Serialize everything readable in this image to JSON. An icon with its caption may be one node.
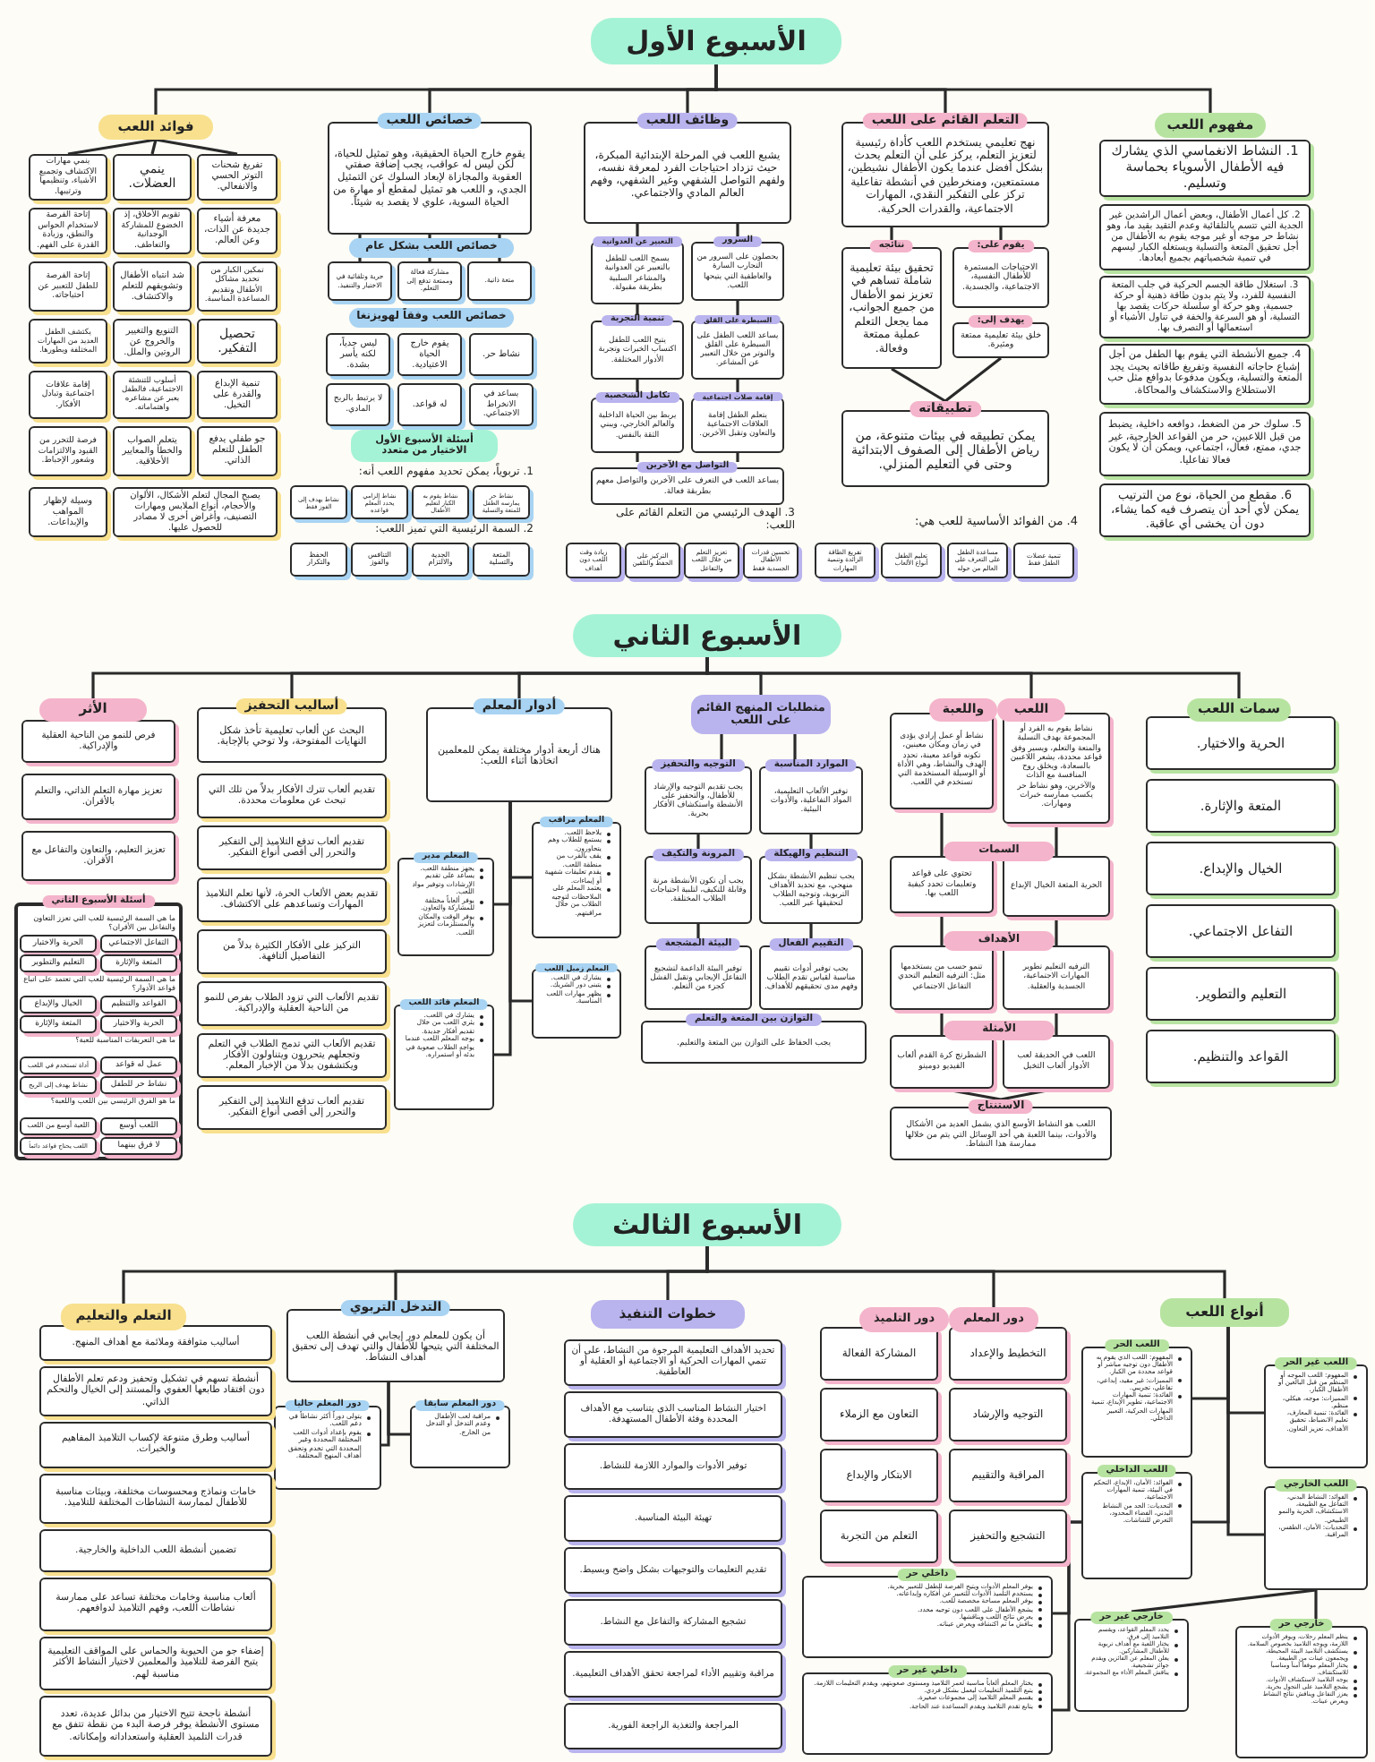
{
  "diagram": {
    "nodes": [
      {
        "text": [
          "الأسبوع الأول"
        ]
      },
      {
        "text": [
          "مفهوم اللعب"
        ]
      },
      {
        "text": [
          "1. النشاط الانغماسي الذي يشارك فيه الأطفال الأسوياء بحماسة وتسليم."
        ]
      },
      {
        "text": [
          "2. كل أعمال الأطفال، وبعض أعمال الراشدين غير الجدية التي تتسم بالتلقائية وعدم التقيد بقيد ما، وهو نشاط حر موجه أو غير موجه يقوم به الأطفال من أجل تحقيق المتعة والتسلية ويستغله الكبار ليسهم في تنمية شخصياتهم بجميع أبعادها."
        ]
      },
      {
        "text": [
          "3. استغلال طاقة الجسم الحركية في جلب المتعة النفسية للفرد، ولا يتم بدون طاقة ذهنية أو حركة جسمية، وهو حركة أو سلسلة حركات يقصد بها التسلية، أو هو السرعة والخفة في تناول الأشياء أو استعمالها أو التصرف بها."
        ]
      },
      {
        "text": [
          "4. جميع الأنشطة التي يقوم بها الطفل من أجل إشباع حاجاته النفسية وتفريغ طاقاته بحيث يجد المتعة والتسلية، ويكون مدفوعا بدوافع مثل حب الاستطلاع والاستكشاف والمحاكاة."
        ]
      },
      {
        "text": [
          "5. سلوك حر من الضغط، دوافعه داخلية، يضبط من قبل اللاعبين، حر من القواعد الخارجية، غير جدي، ممتع، فعال، اجتماعي، ويمكن أن لا يكون فعالا تفاعليا."
        ]
      },
      {
        "text": [
          "6. مقطع من الحياة، نوع من الترتيب يمكن لأي أحد أن يتصرف فيه كما يشاء، دون أن يخشى أي عاقبة."
        ]
      },
      {
        "text": [
          "التعلم القائم على اللعب",
          "نهج تعليمي يستخدم اللعب كأداة رئيسية لتعزيز التعلم، يركز على أن التعلم يحدث بشكل أفضل عندما يكون الأطفال نشيطين، مستمتعين، ومنخرطين في أنشطة تفاعلية تركز على التفكير النقدي، المهارات الاجتماعية، والقدرات الحركية."
        ]
      },
      {
        "text": [
          "نتائجه",
          "تحقيق بيئة تعليمية شاملة تساهم في تعزيز نمو الأطفال من جميع الجوانب، مما يجعل التعلم عملية ممتعة وفعالة."
        ]
      },
      {
        "text": [
          "يقوم على:",
          "الاحتياجات المستمرة للأطفال النفسية، الاجتماعية، والجسدية."
        ]
      },
      {
        "text": [
          "يهدف إلى:",
          "خلق بيئة تعليمية ممتعة ومثيرة."
        ]
      },
      {
        "text": [
          "تطبيقاته",
          "يمكن تطبيقه في بيئات متنوعة، من رياض الأطفال إلى الصفوف الابتدائية وحتى في التعليم المنزلي."
        ]
      },
      {
        "text": [
          "وظائف اللعب",
          "يشبع اللعب في المرحلة الإبتدائية المبكرة، حيث تزداد احتياجات الفرد لمعرفة نفسه، ولفهم التواصل الشفهي وغير الشفهي، وفهم العالم المادي والاجتماعي."
        ]
      },
      {
        "text": [
          "السرور",
          "يحصلون على السرور من التجارب السارة والعاطفية التي يتيحها اللعب."
        ]
      },
      {
        "text": [
          "السيطرة على القلق",
          "يساعد اللعب الطفل على السيطرة على القلق والتوتر من خلال التعبير عن المشاعر."
        ]
      },
      {
        "text": [
          "إقامة صلات اجتماعية",
          "يتعلم الطفل إقامة العلاقات الاجتماعية والتعاون وتقبل الآخرين."
        ]
      },
      {
        "text": [
          "التعبير عن العدوانية",
          "يسمح اللعب للطفل بالتعبير عن العدوانية والمشاعر السلبية بطريقة مقبولة."
        ]
      },
      {
        "text": [
          "تنمية التجربة",
          "يتيح اللعب للطفل اكتساب الخبرات وتجربة الأدوار المختلفة."
        ]
      },
      {
        "text": [
          "تكامل الشخصية",
          "يربط بين الحياة الداخلية والعالم الخارجي، ويبني الثقة بالنفس."
        ]
      },
      {
        "text": [
          "التواصل مع الآخرين",
          "يساعد اللعب في التعرف على الآخرين والتواصل معهم بطريقة فعالة."
        ]
      },
      {
        "text": [
          "تحسين قدرات الأطفال الجسدية فقط"
        ]
      },
      {
        "text": [
          "تعزيز التعلم من خلال اللعب والتفاعل"
        ]
      },
      {
        "text": [
          "التركيز على الحفظ والتلقين"
        ]
      },
      {
        "text": [
          "زيادة وقت اللعب دون أهداف"
        ]
      },
      {
        "text": [
          "تنمية عضلات الطفل فقط"
        ]
      },
      {
        "text": [
          "مساعدة الطفل على التعرف على العالم من حوله"
        ]
      },
      {
        "text": [
          "تعليم الطفل أنواع الألعاب"
        ]
      },
      {
        "text": [
          "تفريغ الطاقة الزائدة وتنمية المهارات"
        ]
      },
      {
        "text": [
          "خصائص اللعب",
          "يقوم خارج الحياة الحقيقية، وهو تمثيل للحياة، لكن ليس له عواقب، يجب إضافة صفتي العقوبة والمجازاة لإبعاد السلوك عن التمثيل الجدي، و اللعب هو تمثيل لمقطع أو مهارة من الحياة السوية، علوي لا يقصد به شيئاً."
        ]
      },
      {
        "text": [
          "خصائص اللعب بشكل عام"
        ]
      },
      {
        "text": [
          "متعة ذاتية."
        ]
      },
      {
        "text": [
          "مشاركة فعالة وممتعة تدفع إلى التعلم."
        ]
      },
      {
        "text": [
          "حرية وتلقائية في الاختيار والتنفيذ."
        ]
      },
      {
        "text": [
          "خصائص اللعب وفقاً لهويزنغا"
        ]
      },
      {
        "text": [
          "نشاط حر."
        ]
      },
      {
        "text": [
          "يقوم خارج الحياة الاعتيادية."
        ]
      },
      {
        "text": [
          "ليس جدياً، لكنه يأسر بشدة."
        ]
      },
      {
        "text": [
          "يساعد في الانخراط الاجتماعي."
        ]
      },
      {
        "text": [
          "له قواعد."
        ]
      },
      {
        "text": [
          "لا يرتبط بالربح المادي."
        ]
      },
      {
        "text": [
          "أسئلة الأسبوع الأول",
          "الاختيار من متعدد"
        ]
      },
      {
        "text": [
          "نشاط حر يمارسه الطفل للمتعة والتسلية"
        ]
      },
      {
        "text": [
          "نشاط يقوم به الكبار لتعليم الأطفال"
        ]
      },
      {
        "text": [
          "نشاط إلزامي يحدد المعلم قواعده"
        ]
      },
      {
        "text": [
          "نشاط يهدف إلى الفوز فقط"
        ]
      },
      {
        "text": [
          "المتعة والتسلية"
        ]
      },
      {
        "text": [
          "الجدية والالتزام"
        ]
      },
      {
        "text": [
          "التنافس والفوز"
        ]
      },
      {
        "text": [
          "الحفظ والتكرار"
        ]
      },
      {
        "text": [
          "فوائد اللعب"
        ]
      },
      {
        "text": [
          "تفريغ شحنات التوتر الحسي والانفعالي."
        ]
      },
      {
        "text": [
          "معرفة أشياء جديدة عن الذات، وعن العالم."
        ]
      },
      {
        "text": [
          "تمكين الكبار من تحديد مشاكل الأطفال وتقديم المساعدة المناسبة."
        ]
      },
      {
        "text": [
          "تحصيل التفكير."
        ]
      },
      {
        "text": [
          "تنمية الإبداع والقدرة على التخيل."
        ]
      },
      {
        "text": [
          "جو طفلي يدفع الطفل للتعلم الذاتي."
        ]
      },
      {
        "text": [
          "ينمي العضلات."
        ]
      },
      {
        "text": [
          "تقويم الأخلاق، إذ الخضوع للمشاركة الوجدانية والتعاطف."
        ]
      },
      {
        "text": [
          "شد انتباه الأطفال وتشويقهم للتعلم والاكتشاف."
        ]
      },
      {
        "text": [
          "التنويع والتغيير والخروج عن الروتين والملل."
        ]
      },
      {
        "text": [
          "أسلوب للتنشئة الاجتماعية، فالطفل يعبر عن مشاعره واهتماماته."
        ]
      },
      {
        "text": [
          "يتعلم الصواب والخطأ والمعايير الأخلاقية."
        ]
      },
      {
        "text": [
          "ينمي مهارات الاكتشاف وتجميع الأشياء، وتنظيمها وترتيبها."
        ]
      },
      {
        "text": [
          "إتاحة الفرصة لاستخدام الحواس والنطق، وزيادة القدرة على الفهم."
        ]
      },
      {
        "text": [
          "إتاحة الفرصة للطفل للتعبير عن احتياجاته."
        ]
      },
      {
        "text": [
          "يكتشف الطفل العديد من المهارات المختلفة ويطورها."
        ]
      },
      {
        "text": [
          "إقامة علاقات اجتماعية وتبادل الأفكار."
        ]
      },
      {
        "text": [
          "فرصة للتحرر من القيود والالتزامات وشعور الإحباط."
        ]
      },
      {
        "text": [
          "وسيلة لإظهار المواهب والإبداعات."
        ]
      },
      {
        "text": [
          "يصبح المجال لتعلم الأشكال، الألوان والأحجام، أنواع الملابس ومهارات التصنيف، وأغراض أخرى لا مصادر للحصول عليها."
        ]
      },
      {
        "text": [
          "الأسبوع الثاني"
        ]
      },
      {
        "text": [
          "سمات اللعب"
        ]
      },
      {
        "text": [
          "الحرية والاختيار."
        ]
      },
      {
        "text": [
          "المتعة والإثارة."
        ]
      },
      {
        "text": [
          "الخيال والإبداع."
        ]
      },
      {
        "text": [
          "التفاعل الاجتماعي."
        ]
      },
      {
        "text": [
          "التعليم والتطوير."
        ]
      },
      {
        "text": [
          "القواعد والتنظيم."
        ]
      },
      {
        "text": [
          "اللعب"
        ]
      },
      {
        "text": [
          "واللعبة"
        ]
      },
      {
        "text": [
          "نشاط يقوم به الفرد أو المجموعة بهدف التسلية والمتعة والتعلم، ويسير وفق قواعد محددة، يشعر اللاعبين بالسعادة، ويخلق روح المنافسة مع الذات والآخرين، وهو نشاط حر يكسب ممارسه خبرات ومهارات."
        ]
      },
      {
        "text": [
          "نشاط أو عمل إرادي يؤدى في زمان ومكان معينين، تكونه قواعد معينة، تحدد الهدف والنشاط، وهي الأداة أو الوسيلة المستخدمة التي تستخدم في اللعب."
        ]
      },
      {
        "text": [
          "السمات"
        ]
      },
      {
        "text": [
          "الحرية المتعة الخيال الإبداع"
        ]
      },
      {
        "text": [
          "تحتوي على قواعد وتعليمات تحدد كيفية اللعب بها."
        ]
      },
      {
        "text": [
          "الأهداف"
        ]
      },
      {
        "text": [
          "الترفيه التعليم تطوير المهارات الاجتماعية، الجسدية والعقلية."
        ]
      },
      {
        "text": [
          "تنمو حسب من يستخدمها مثل: الترفيه التعليم التحدي التفاعل الاجتماعي"
        ]
      },
      {
        "text": [
          "الأمثلة"
        ]
      },
      {
        "text": [
          "اللعب في الحديقة لعب الأدوار ألعاب التخيل"
        ]
      },
      {
        "text": [
          "الشطرنج كرة القدم ألعاب الفيديو دومينو"
        ]
      },
      {
        "text": [
          "الاستنتاج",
          "اللعب هو النشاط الأوسع الذي يشمل العديد من الأشكال والأدوات، بينما اللعبة هي أحد الوسائل التي يتم من خلالها ممارسة هذا النشاط."
        ]
      },
      {
        "text": [
          "متطلبات المنهج القائم على اللعب"
        ]
      },
      {
        "text": [
          "الموارد المناسبة",
          "توفير الألعاب التعليمية، المواد التفاعلية، والأدوات البيئية."
        ]
      },
      {
        "text": [
          "التوجيه والتحفيز",
          "يجب تقديم التوجيه والإرشاد للأطفال، والتحفيز على الأنشطة واستكشاف الأفكار بحرية."
        ]
      },
      {
        "text": [
          "التنظيم والهيكلة",
          "يجب تنظيم الأنشطة بشكل منهجي، مع تحديد الأهداف التربوية، وتوجيه الطلاب لتحقيقها عبر اللعب."
        ]
      },
      {
        "text": [
          "المرونة والتكيف",
          "يجب أن تكون الأنشطة مرنة وقابلة للتكيف، لتلبية احتياجات الطلاب المختلفة."
        ]
      },
      {
        "text": [
          "التقييم الفعال",
          "يجب توفير أدوات تقييم مناسبة لقياس تقدم الطلاب وفهم مدى تحقيقهم للأهداف."
        ]
      },
      {
        "text": [
          "البيئة المشجعة",
          "توفير البيئة الداعمة لتشجيع التفاعل الإيجابي وتقبل الفشل كجزء من التعلم."
        ]
      },
      {
        "text": [
          "التوازن بين المتعة والتعلم",
          "يجب الحفاظ على التوازن بين المتعة والتعليم."
        ]
      },
      {
        "text": [
          "أدوار المعلم",
          "هناك أربعة أدوار مختلفة يمكن للمعلمين اتخاذها أثناء اللعب:"
        ]
      },
      {
        "text": [
          "المعلم مراقب",
          "يلاحظ اللعب.",
          "يستمع للطلاب وهم يتحاورون.",
          "يقف بالقرب من منطقة اللعب.",
          "يقدم تعليقات شفهية أو إيماءات.",
          "يعتمد المعلم على الملاحظات لتوجيه الطلاب من خلال مراقبتهم."
        ]
      },
      {
        "text": [
          "المعلم مدير",
          "يجهز منطقة اللعب.",
          "يساعد على تقديم الإرشادات وتوفير مواد اللعب.",
          "يوفر ألعاباً مختلفة للمشاركة والتعاون.",
          "يوفر الوقت والمكان والمستلزمات لتعزيز اللعب."
        ]
      },
      {
        "text": [
          "المعلم زميل اللعب",
          "يشارك في اللعب.",
          "يتبنى دور الشريك.",
          "يظهر مهارات اللعب المناسبة."
        ]
      },
      {
        "text": [
          "المعلم قائد اللعب",
          "يشارك في اللعب.",
          "يثري اللعب من خلال تقديم أفكار جديدة.",
          "يوجه المعلم اللعب عندما يواجه الطلاب صعوبة في بدئه أو استمراره."
        ]
      },
      {
        "text": [
          "أساليب التحفيز",
          "البحث عن ألعاب تعليمية تأخذ شكل النهايات المفتوحة، ولا توحي بالإجابة."
        ]
      },
      {
        "text": [
          "تقديم ألعاب تترك الأفكار بدلاً من تلك التي تبحث عن معلومات محددة."
        ]
      },
      {
        "text": [
          "تقديم ألعاب تدفع التلاميذ إلى التفكير والتحرر إلى أقصى أنواع التفكير."
        ]
      },
      {
        "text": [
          "تقديم بعض الألعاب الحرة، لأنها تعلم التلاميذ المهارات وتساعدهم على الاكتشاف."
        ]
      },
      {
        "text": [
          "التركيز على الأفكار الكثيرة بدلاً من التفاصيل التافهة."
        ]
      },
      {
        "text": [
          "تقديم الألعاب التي تزود الطلاب بفرص للنمو من الناحية العقلية والإدراكية."
        ]
      },
      {
        "text": [
          "تقديم الألعاب التي تدمج الطلاب في التعلم وتجعلهم يتحررون ويتناولون الأفكار ويكتشفون بدلاً من الإخبار المعلم."
        ]
      },
      {
        "text": [
          "تقديم ألعاب تدفع التلاميذ إلى التفكير والتحرر إلى أقصى أنواع التفكير."
        ]
      },
      {
        "text": [
          "الأثر"
        ]
      },
      {
        "text": [
          "فرص للنمو من الناحية العقلية والإدراكية."
        ]
      },
      {
        "text": [
          "تعزيز مهارة التعلم الذاتي، والتعلم بالأقران."
        ]
      },
      {
        "text": [
          "تعزيز التعليم، والتعاون والتفاعل مع الأقران."
        ]
      },
      {
        "text": [
          "أسئلة الأسبوع الثاني",
          "ما هي السمة الرئيسية للعب التي تعزز التعاون والتفاعل بين الأقران؟",
          "ما هي السمة الرئيسية للعب التي تعتمد على اتباع قواعد الأدوار؟",
          "ما هي التعريفات المناسبة للعبة؟",
          "ما هو الفرق الرئيسي بين اللعب واللعبة؟"
        ]
      },
      {
        "text": [
          "التفاعل الاجتماعي"
        ],
        "in": 118
      },
      {
        "text": [
          "الحرية والاختيار"
        ],
        "in": 118
      },
      {
        "text": [
          "المتعة والإثارة"
        ],
        "in": 118
      },
      {
        "text": [
          "التعليم والتطوير"
        ],
        "in": 118
      },
      {
        "text": [
          "القواعد والتنظيم"
        ],
        "in": 118
      },
      {
        "text": [
          "الخيال والإبداع"
        ],
        "in": 118
      },
      {
        "text": [
          "الحرية والاختيار"
        ],
        "in": 118
      },
      {
        "text": [
          "المتعة والإثارة"
        ],
        "in": 118
      },
      {
        "text": [
          "عمل له قواعد"
        ],
        "in": 118
      },
      {
        "text": [
          "أداة تستخدم في اللعب"
        ],
        "in": 118
      },
      {
        "text": [
          "نشاط حر للطفل"
        ],
        "in": 118
      },
      {
        "text": [
          "نشاط يهدف إلى الربح"
        ],
        "in": 118
      },
      {
        "text": [
          "اللعب أوسع"
        ],
        "in": 118
      },
      {
        "text": [
          "اللعبة أوسع من اللعب"
        ],
        "in": 118
      },
      {
        "text": [
          "لا فرق بينهما"
        ],
        "in": 118
      },
      {
        "text": [
          "اللعب يحتاج قواعد دائماً"
        ],
        "in": 118
      },
      {
        "text": [
          "الأسبوع الثالث"
        ]
      },
      {
        "text": [
          "أنواع اللعب"
        ]
      },
      {
        "text": [
          "اللعب الحر",
          "المفهوم: اللعب الذي يقوم به الأطفال دون توجيه مباشر أو قواعد محددة من الكبار.",
          "المميزات: غير مقيد، إبداعي، تفاعلي، تجريبي.",
          "الفائدة: تنمية المهارات الاجتماعية، تطوير الإبداع، تنمية المهارات الحركية، التعبير الداخلي."
        ]
      },
      {
        "text": [
          "اللعب غير الحر",
          "المفهوم: اللعب الموجه أو المنظم من قبل البالغين أو الأطفال الكبار.",
          "المميزات: موجه، هيكلي، منظم.",
          "الفائدة: تنمية المعارف، تعليم الانضباط، تحقيق الأهداف، تعزيز التعاون."
        ]
      },
      {
        "text": [
          "اللعب الداخلي",
          "الفوائد: الأمان، الإبداع، التحكم في البيئة، تنمية المهارات الاجتماعية.",
          "التحديات: الحد من النشاط البدني، الفضاء المحدود، التعرض للشاشات."
        ]
      },
      {
        "text": [
          "اللعب الخارجي",
          "الفوائد: النشاط البدني، التفاعل مع الطبيعة، الاستكشاف، الحرية والنمو الطبيعي.",
          "التحديات: الأمان، الطقس، المراقبة."
        ]
      },
      {
        "text": [
          "داخلي حر",
          "يوفر المعلم الأدوات ويتيح الفرصة للطفل للتعبير بحرية.",
          "يستخدم التلميذ الأدوات للتعبير عن أفكاره وإبداعاته.",
          "يوفر المعلم مساحة مخصصة للعب.",
          "يشجع الأطفال على اللعب دون توجيه محدد.",
          "يعرض نتائج اللعب ويناقشها.",
          "يناقش ما تم اكتشافه ويعرض عيناته."
        ]
      },
      {
        "text": [
          "داخلي غير حر",
          "يختار المعلم ألعاباً مناسبة لعمر التلاميذ ومستوى صعوبتهم، ويقدم التعليمات اللازمة.",
          "يتبع التلميذ التعليمات ليعمل بشكل فردي.",
          "يقسم المعلم التلاميذ إلى مجموعات صغيرة.",
          "يتابع تقدم التلاميذ ويقدم المساعدة عند الحاجة."
        ]
      },
      {
        "text": [
          "خارجي غير حر",
          "يحدد المعلم القواعد، ويقسم التلاميذ إلى فرق.",
          "يختار اللعبة مع أهداف تربوية للأطفال المشاركين.",
          "يعلن المعلم عن الفائزين ويقدم جوائز تشجيعية.",
          "يناقش المعلم الأداء مع المجموعة."
        ]
      },
      {
        "text": [
          "خارجي حر",
          "ينظم المعلم رحلات، ويوفر الأدوات اللازمة، ويوجه التلاميذ بخصوص السلامة.",
          "يستكشف التلاميذ البيئة المحيطة، ويجمعون عينات من الطبيعة.",
          "يختار المعلم موقعاً آمناً ومناسباً للاستكشاف.",
          "يوجه التلاميذ لاستكشاف الأدوات.",
          "يشجع التلاميذ على التجول بحرية.",
          "يعزز التفاعل ويناقش نتائج النشاط ويعرض عينات."
        ]
      },
      {
        "text": [
          "دور المعلم"
        ]
      },
      {
        "text": [
          "دور التلميذ"
        ]
      },
      {
        "text": [
          "التخطيط والإعداد"
        ]
      },
      {
        "text": [
          "التوجيه والإرشاد"
        ]
      },
      {
        "text": [
          "المراقبة والتقييم"
        ]
      },
      {
        "text": [
          "التشجيع والتحفيز"
        ]
      },
      {
        "text": [
          "المشاركة الفعالة"
        ]
      },
      {
        "text": [
          "التعاون مع الزملاء"
        ]
      },
      {
        "text": [
          "الابتكار والإبداع"
        ]
      },
      {
        "text": [
          "التعلم من التجربة"
        ]
      },
      {
        "text": [
          "خطوات التنفيذ"
        ]
      },
      {
        "text": [
          "تحديد الأهداف التعليمية المرجوة من النشاط، على أن تنمي المهارات الحركية أو الاجتماعية أو العقلية أو العاطفية."
        ]
      },
      {
        "text": [
          "اختيار النشاط المناسب الذي يتناسب مع الأهداف المحددة وفئة الأطفال المستهدفة."
        ]
      },
      {
        "text": [
          "توفير الأدوات والموارد اللازمة للنشاط."
        ]
      },
      {
        "text": [
          "تهيئة البيئة المناسبة."
        ]
      },
      {
        "text": [
          "تقديم التعليمات والتوجيهات بشكل واضح وبسيط."
        ]
      },
      {
        "text": [
          "تشجيع المشاركة والتفاعل مع النشاط."
        ]
      },
      {
        "text": [
          "مراقبة وتقييم الأداء لمراجعة تحقق الأهداف التعليمية."
        ]
      },
      {
        "text": [
          "المراجعة والتغذية الراجعة الفورية."
        ]
      },
      {
        "text": [
          "التدخل التربوي",
          "أن يكون للمعلم دور إيجابي في أنشطة اللعب المختلفة التي يتيحها للأطفال والتي تهدف إلى تحقيق أهداف النشاط."
        ]
      },
      {
        "text": [
          "دور المعلم حاليا",
          "يتولى دوراً أكثر نشاطاً في دعم اللعب.",
          "يقوم بإعداد أدوات اللعب المختلفة المحددة وغير المحددة التي تخدم وتحقق أهداف المنهج المختلفة."
        ]
      },
      {
        "text": [
          "دور المعلم سابقا",
          "مراقبة لعب الأطفال وعدم التدخل أو التدخل من الخارج."
        ]
      },
      {
        "text": [
          "التعلم والتعليم"
        ]
      },
      {
        "text": [
          "أساليب متوافقة وملائمة مع أهداف المنهج."
        ]
      },
      {
        "text": [
          "أنشطة تسهم في تشكيل وتحفيز ودعم تعلم الأطفال دون افتقاد طابعها العفوي والمستند إلى الخيال والتحكم الذاتي."
        ]
      },
      {
        "text": [
          "أساليب وطرق متنوعة لإكساب التلاميذ المفاهيم والخبرات."
        ]
      },
      {
        "text": [
          "خامات ونماذج ومحسوسات مختلفة، وبيئات مناسبة للأطفال لممارسة النشاطات المختلفة للتلاميذ."
        ]
      },
      {
        "text": [
          "تضمين أنشطة اللعب الداخلية والخارجية."
        ]
      },
      {
        "text": [
          "ألعاب مناسبة وخامات مختلفة تساعد على ممارسة نشاطات اللعب، وفهم التلاميذ لدوافعهم."
        ]
      },
      {
        "text": [
          "إضفاء جو من الحيوية والحماس على المواقف التعليمية يتيح الفرصة للتلاميذ والمعلمين لاختيار النشاط الأكثر مناسبة لهم."
        ]
      },
      {
        "text": [
          "أنشطة ناجحة تتيح الاختيار من بدائل عديدة، تعدد مستوى الأنشطة يوفر فرصة البدء من نقطة تتفق مع قدرات التلميذ العقلية واستعداداته وإمكاناته."
        ]
      }
    ],
    "edges": [
      {
        "from": 0,
        "to": 1,
        "arrow": "none"
      },
      {
        "from": 0,
        "to": 8,
        "arrow": "none"
      },
      {
        "from": 0,
        "to": 13,
        "arrow": "none"
      },
      {
        "from": 0,
        "to": 29,
        "arrow": "none"
      },
      {
        "from": 0,
        "to": 50,
        "arrow": "none"
      },
      {
        "from": 8,
        "to": 9,
        "arrow": "none"
      },
      {
        "from": 8,
        "to": 10,
        "arrow": "none"
      },
      {
        "from": 9,
        "to": 12,
        "arrow": "none"
      },
      {
        "from": 11,
        "to": 12,
        "arrow": "none"
      },
      {
        "from": 13,
        "to": 17,
        "arrow": "none"
      },
      {
        "from": 13,
        "to": 14,
        "arrow": "none"
      },
      {
        "from": 17,
        "to": 18,
        "arrow": "none"
      },
      {
        "from": 18,
        "to": 19,
        "arrow": "none"
      },
      {
        "from": 14,
        "to": 15,
        "arrow": "none"
      },
      {
        "from": 15,
        "to": 16,
        "arrow": "none"
      },
      {
        "from": 19,
        "to": 20,
        "arrow": "none"
      },
      {
        "from": 16,
        "to": 20,
        "arrow": "none"
      },
      {
        "from": 29,
        "to": 31,
        "arrow": "none"
      },
      {
        "from": 29,
        "to": 32,
        "arrow": "none"
      },
      {
        "from": 29,
        "to": 33,
        "arrow": "none"
      },
      {
        "from": 50,
        "to": 63,
        "arrow": "none"
      },
      {
        "from": 50,
        "to": 57,
        "arrow": "none"
      },
      {
        "from": 50,
        "to": 51,
        "arrow": "none"
      },
      {
        "from": 71,
        "to": 72,
        "arrow": "none"
      },
      {
        "from": 71,
        "to": 79,
        "arrow": "none"
      },
      {
        "from": 71,
        "to": 93,
        "arrow": "none"
      },
      {
        "from": 71,
        "to": 101,
        "arrow": "none"
      },
      {
        "from": 71,
        "to": 106,
        "arrow": "none"
      },
      {
        "from": 71,
        "to": 114,
        "arrow": "none"
      },
      {
        "from": 81,
        "to": 84,
        "arrow": "none"
      },
      {
        "from": 82,
        "to": 85,
        "arrow": "none"
      },
      {
        "from": 84,
        "to": 87,
        "arrow": "none"
      },
      {
        "from": 85,
        "to": 88,
        "arrow": "none"
      },
      {
        "from": 87,
        "to": 90,
        "arrow": "none"
      },
      {
        "from": 88,
        "to": 91,
        "arrow": "none"
      },
      {
        "from": 90,
        "to": 92,
        "arrow": "none"
      },
      {
        "from": 91,
        "to": 92,
        "arrow": "none"
      },
      {
        "from": 93,
        "to": 94,
        "arrow": "none"
      },
      {
        "from": 93,
        "to": 95,
        "arrow": "none"
      },
      {
        "from": 94,
        "to": 96,
        "arrow": "none"
      },
      {
        "from": 96,
        "to": 98,
        "arrow": "none"
      },
      {
        "from": 95,
        "to": 97,
        "arrow": "none"
      },
      {
        "from": 97,
        "to": 99,
        "arrow": "none"
      },
      {
        "from": 101,
        "to": 102,
        "arrow": "none"
      },
      {
        "from": 101,
        "to": 103,
        "arrow": "none"
      },
      {
        "from": 101,
        "to": 104,
        "arrow": "none"
      },
      {
        "from": 101,
        "to": 105,
        "arrow": "none"
      },
      {
        "from": 135,
        "to": 136,
        "arrow": "none"
      },
      {
        "from": 135,
        "to": 145,
        "arrow": "none"
      },
      {
        "from": 135,
        "to": 155,
        "arrow": "none"
      },
      {
        "from": 135,
        "to": 164,
        "arrow": "none"
      },
      {
        "from": 135,
        "to": 167,
        "arrow": "none"
      },
      {
        "from": 136,
        "to": 137,
        "arrow": "none"
      },
      {
        "from": 136,
        "to": 138,
        "arrow": "none"
      },
      {
        "from": 136,
        "to": 139,
        "arrow": "none"
      },
      {
        "from": 136,
        "to": 140,
        "arrow": "none"
      },
      {
        "from": 139,
        "to": 141,
        "arrow": "none"
      },
      {
        "from": 139,
        "to": 142,
        "arrow": "none"
      },
      {
        "from": 140,
        "to": 143,
        "arrow": "none"
      },
      {
        "from": 140,
        "to": 144,
        "arrow": "none"
      },
      {
        "from": 164,
        "to": 165,
        "arrow": "none"
      },
      {
        "from": 164,
        "to": 166,
        "arrow": "none"
      }
    ],
    "labels": [
      "1. تربوياً، يمكن تحديد مفهوم اللعب أنه:",
      "2. السمة الرئيسية التي تميز اللعب:",
      "3. الهدف الرئيسي من التعلم القائم على اللعب:",
      "4. من الفوائد الأساسية للعب هي:"
    ]
  }
}
